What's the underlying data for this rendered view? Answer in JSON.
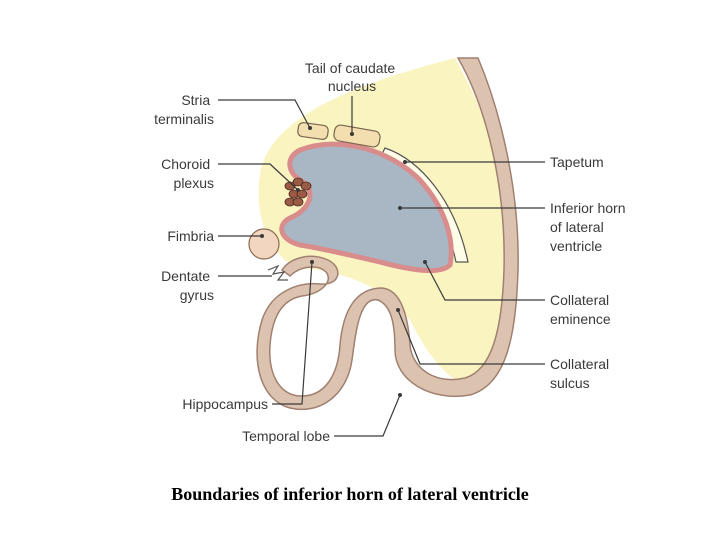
{
  "labels": {
    "stria": [
      "Stria",
      "terminalis"
    ],
    "tail": [
      "Tail of caudate",
      "nucleus"
    ],
    "choroid": [
      "Choroid",
      "plexus"
    ],
    "fimbria": [
      "Fimbria"
    ],
    "dentate": [
      "Dentate",
      "gyrus"
    ],
    "hippocampus": [
      "Hippocampus"
    ],
    "temporal": [
      "Temporal lobe"
    ],
    "tapetum": [
      "Tapetum"
    ],
    "inferior": [
      "Inferior horn",
      "of lateral",
      "ventricle"
    ],
    "eminence": [
      "Collateral",
      "eminence"
    ],
    "sulcus": [
      "Collateral",
      "sulcus"
    ]
  },
  "caption": "Boundaries of inferior horn of lateral ventricle",
  "colors": {
    "white_matter": "#faf4c0",
    "cortex": "#dcc3b0",
    "ventricle": "#a9b6c3",
    "ependyma": "#d98c8c"
  }
}
